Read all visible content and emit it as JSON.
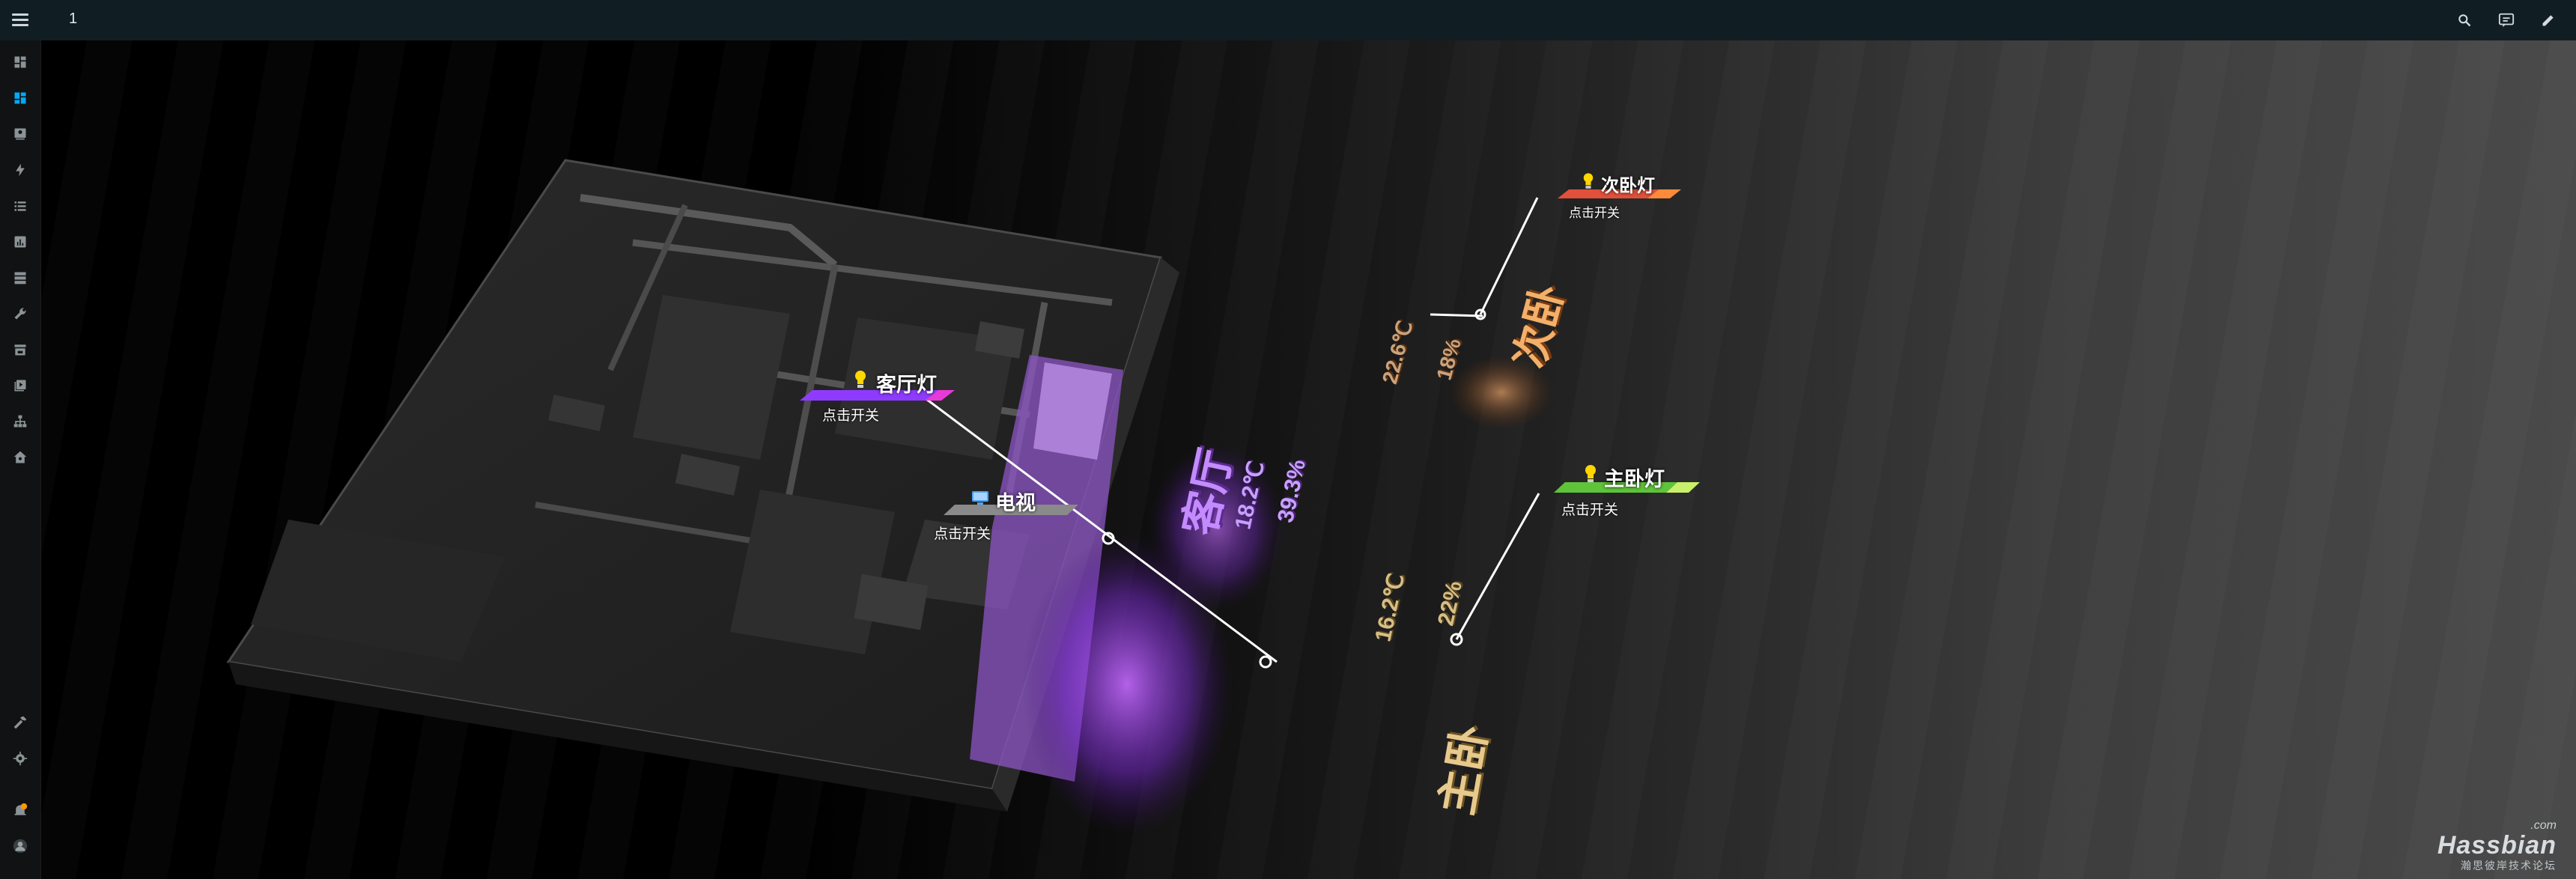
{
  "header": {
    "title": "1"
  },
  "colors": {
    "topbar": "#101e24",
    "sidebar": "#101213",
    "active_icon": "#03a9f4",
    "living_light": "#b04bff",
    "bedroom2_light": "#ff5a3c",
    "master_light": "#9be35a",
    "badge": "#ff9800"
  },
  "sidebar": {
    "items": [
      {
        "icon": "overview-icon"
      },
      {
        "icon": "dashboard-icon"
      },
      {
        "icon": "logbook-icon"
      },
      {
        "icon": "energy-icon"
      },
      {
        "icon": "list-icon"
      },
      {
        "icon": "history-icon"
      },
      {
        "icon": "server-icon"
      },
      {
        "icon": "wrench-icon"
      },
      {
        "icon": "store-icon"
      },
      {
        "icon": "media-icon"
      },
      {
        "icon": "network-icon"
      },
      {
        "icon": "home-assistant-icon"
      }
    ],
    "bottom": [
      {
        "icon": "hammer-icon"
      },
      {
        "icon": "settings-icon"
      },
      {
        "icon": "notifications-icon"
      },
      {
        "icon": "user-avatar"
      }
    ]
  },
  "tags": {
    "living_light": {
      "title": "客厅灯",
      "sub": "点击开关"
    },
    "tv": {
      "title": "电视",
      "sub": "点击开关"
    },
    "bedroom2_light": {
      "title": "次卧灯",
      "sub": "点击开关"
    },
    "master_light": {
      "title": "主卧灯",
      "sub": "点击开关"
    }
  },
  "floor_labels": {
    "living": "客厅",
    "living_temp": "18.2℃",
    "living_hum": "39.3%",
    "bedroom2": "次卧",
    "bedroom2_temp": "22.6℃",
    "bedroom2_hum": "18%",
    "master": "主卧",
    "master_temp": "16.2℃",
    "master_hum": "22%"
  },
  "watermark": {
    "com": ".com",
    "main": "Hassbian",
    "sub": "瀚思彼岸技术论坛"
  }
}
